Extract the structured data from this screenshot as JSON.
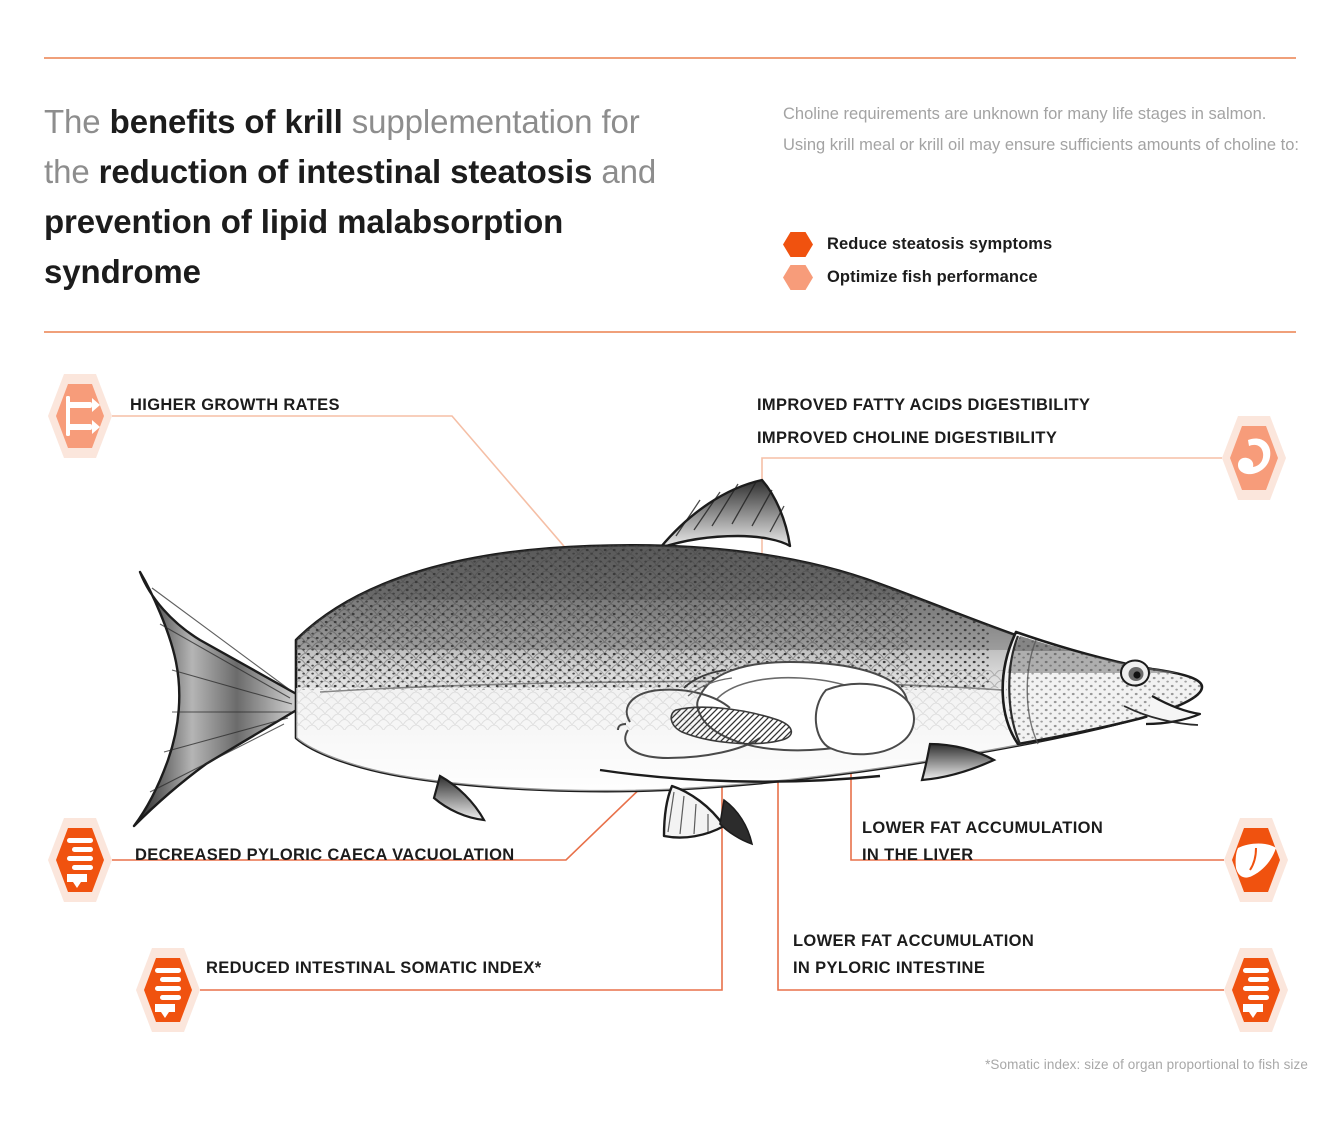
{
  "colors": {
    "accent_strong": "#F0520F",
    "accent_light": "#F79C7A",
    "rule": "#F0A07A",
    "leader_strong": "#E8714A",
    "leader_light": "#F5BFA6",
    "text_dark": "#1C1C1C",
    "text_grey": "#8D8D8D",
    "text_light_grey": "#A3A3A3",
    "footnote_grey": "#A8A8A8"
  },
  "header": {
    "headline_html": "The <b>benefits of krill</b> supplementation for the <b>reduction of intestinal steatosis</b> and <b>prevention of lipid malabsorption syndrome</b>",
    "intro_lines": [
      "Choline requirements are unknown for many life stages in salmon.",
      "Using krill meal or krill oil may ensure sufficients amounts of choline to:"
    ],
    "legend": [
      {
        "label": "Reduce steatosis symptoms",
        "color": "#F0520F",
        "key": "reduce-steatosis"
      },
      {
        "label": "Optimize fish performance",
        "color": "#F79C7A",
        "key": "optimize-performance"
      }
    ]
  },
  "callouts": [
    {
      "id": "higher-growth-rates",
      "label": "HIGHER GROWTH RATES",
      "category": "optimize-performance",
      "color": "#F79C7A",
      "icon": "growth-arrows-icon"
    },
    {
      "id": "improved-fatty-acids-digestibility",
      "label": "IMPROVED FATTY ACIDS DIGESTIBILITY",
      "category": "optimize-performance",
      "color": "#F79C7A",
      "icon": "stomach-icon"
    },
    {
      "id": "improved-choline-digestibility",
      "label": "IMPROVED CHOLINE DIGESTIBILITY",
      "category": "optimize-performance",
      "color": "#F79C7A",
      "icon": "stomach-icon"
    },
    {
      "id": "decreased-pyloric-caeca-vacuolation",
      "label": "DECREASED PYLORIC CAECA VACUOLATION",
      "category": "reduce-steatosis",
      "color": "#F0520F",
      "icon": "intestine-icon"
    },
    {
      "id": "lower-fat-accumulation-liver",
      "label": "LOWER FAT ACCUMULATION\nIN THE LIVER",
      "line1": "LOWER FAT ACCUMULATION",
      "line2": "IN THE LIVER",
      "category": "reduce-steatosis",
      "color": "#F0520F",
      "icon": "liver-icon"
    },
    {
      "id": "reduced-intestinal-somatic-index",
      "label": "REDUCED INTESTINAL SOMATIC INDEX*",
      "category": "reduce-steatosis",
      "color": "#F0520F",
      "icon": "intestine-icon"
    },
    {
      "id": "lower-fat-accumulation-pyloric-intestine",
      "label": "LOWER FAT ACCUMULATION\nIN PYLORIC INTESTINE",
      "line1": "LOWER FAT ACCUMULATION",
      "line2": "IN PYLORIC INTESTINE",
      "category": "reduce-steatosis",
      "color": "#F0520F",
      "icon": "intestine-icon"
    }
  ],
  "labels": {
    "higher_growth_rates": "HIGHER GROWTH RATES",
    "improved_fatty_acids": "IMPROVED FATTY ACIDS DIGESTIBILITY",
    "improved_choline": "IMPROVED CHOLINE DIGESTIBILITY",
    "decreased_caeca": "DECREASED PYLORIC CAECA VACUOLATION",
    "liver_line1": "LOWER FAT ACCUMULATION",
    "liver_line2": "IN THE LIVER",
    "isi": "REDUCED INTESTINAL SOMATIC INDEX*",
    "pyloric_line1": "LOWER FAT ACCUMULATION",
    "pyloric_line2": "IN PYLORIC INTESTINE"
  },
  "footnote": "*Somatic index: size of organ proportional to fish size",
  "illustration": {
    "subject": "atlantic-salmon-side-view-engraving",
    "organs": [
      "stomach",
      "pyloric-caeca",
      "liver",
      "intestine"
    ]
  }
}
